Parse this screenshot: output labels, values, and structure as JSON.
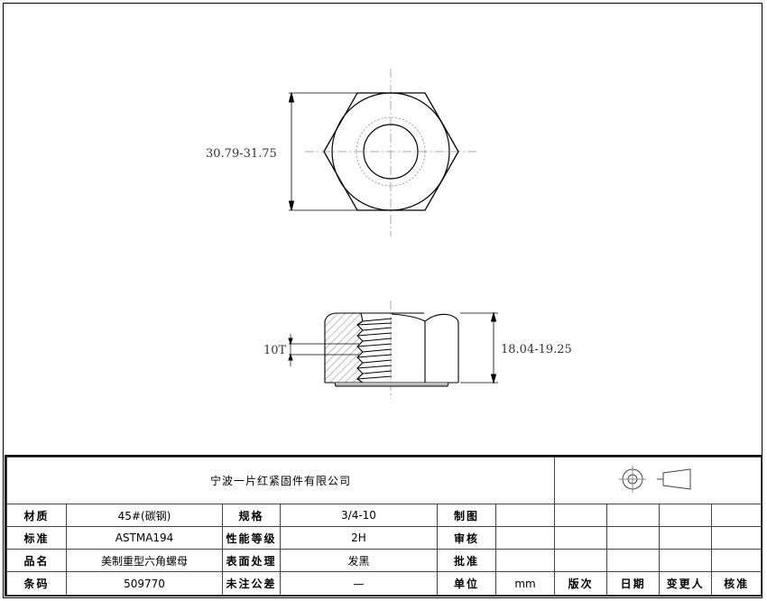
{
  "drawing": {
    "top_view": {
      "dimension_label": "30.79-31.75"
    },
    "side_view": {
      "thread_label": "10T",
      "height_label": "18.04-19.25"
    }
  },
  "title_block": {
    "company": "宁波一片红紧固件有限公司",
    "rows": [
      {
        "label1": "材质",
        "value1": "45#(碳钢)",
        "label2": "规格",
        "value2": "3/4-10",
        "label3": "制图",
        "value3": ""
      },
      {
        "label1": "标准",
        "value1": "ASTMA194",
        "label2": "性能等级",
        "value2": "2H",
        "label3": "审核",
        "value3": ""
      },
      {
        "label1": "品名",
        "value1": "美制重型六角螺母",
        "label2": "表面处理",
        "value2": "发黑",
        "label3": "批准",
        "value3": ""
      },
      {
        "label1": "条码",
        "value1": "509770",
        "label2": "未注公差",
        "value2": "—",
        "label3": "单位",
        "value3": "mm"
      }
    ],
    "revision_headers": [
      "版次",
      "日期",
      "变更人",
      "核准"
    ],
    "projection_symbol": "first-angle-projection-icon"
  },
  "colors": {
    "line": "#000000",
    "centerline": "#aaaaaa",
    "hatch": "#555555"
  }
}
